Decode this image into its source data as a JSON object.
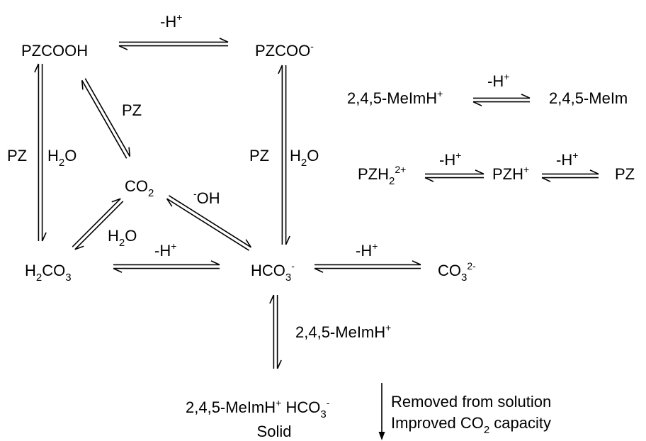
{
  "species": {
    "pzcooh": "PZCOOH",
    "pzcoo": {
      "base": "PZCOO",
      "sup": "-"
    },
    "co2": {
      "a": "CO",
      "sub": "2"
    },
    "h2co3": {
      "a": "H",
      "s1": "2",
      "b": "CO",
      "s2": "3"
    },
    "hco3": {
      "a": "HCO",
      "sub": "3",
      "sup": "-"
    },
    "co3": {
      "a": "CO",
      "sub": "3",
      "sup": "2-"
    },
    "salt": {
      "a": "2,4,5-MeImH",
      "sup1": "+",
      "b": " HCO",
      "sub": "3",
      "sup2": "-"
    },
    "salt_state": "Solid"
  },
  "reagents": {
    "minus_h": {
      "base": "-H",
      "sup": "+"
    },
    "pz": "PZ",
    "h2o": {
      "a": "H",
      "sub": "2",
      "b": "O"
    },
    "oh": {
      "sup": "-",
      "base": "OH"
    },
    "meimh": {
      "base": "2,4,5-MeImH",
      "sup": "+"
    }
  },
  "side_equilibria": {
    "meim_acid": {
      "base": "2,4,5-MeImH",
      "sup": "+"
    },
    "meim_base": "2,4,5-MeIm",
    "pzh2": {
      "a": "PZH",
      "sub": "2",
      "sup": "2+"
    },
    "pzh": {
      "base": "PZH",
      "sup": "+"
    },
    "pz": "PZ"
  },
  "annotation": {
    "line1": "Removed from solution",
    "line2": {
      "a": "Improved CO",
      "sub": "2",
      "b": " capacity"
    }
  }
}
